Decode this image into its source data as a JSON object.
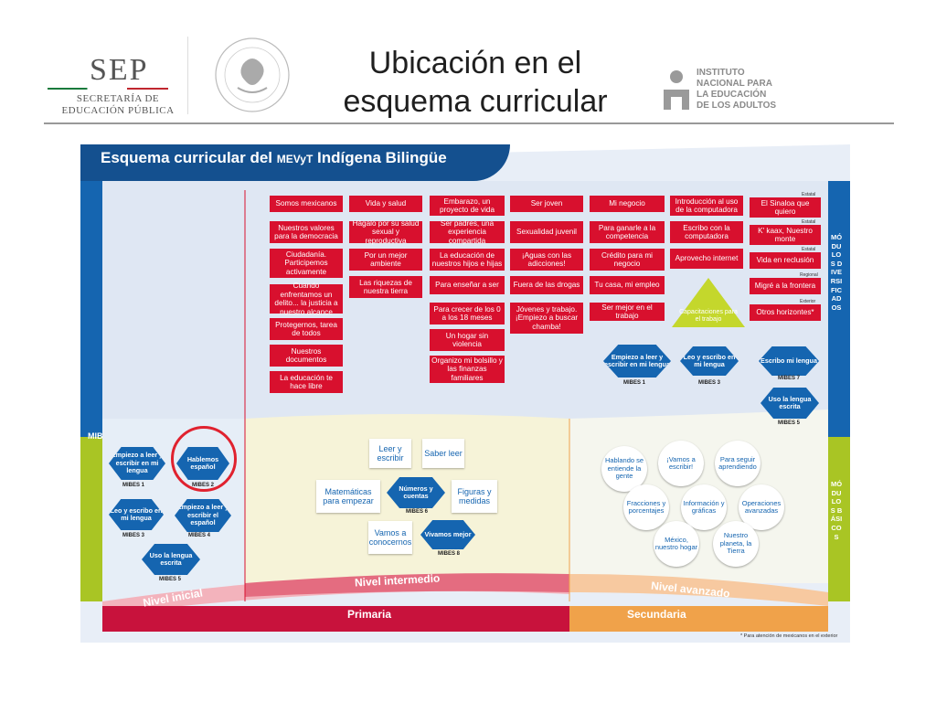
{
  "header": {
    "sep": "SEP",
    "sep_sub_1": "SECRETARÍA DE",
    "sep_sub_2": "EDUCACIÓN PÚBLICA",
    "title_1": "Ubicación en el",
    "title_2": "esquema curricular",
    "inea": [
      "INSTITUTO",
      "NACIONAL PARA",
      "LA EDUCACIÓN",
      "DE LOS ADULTOS"
    ]
  },
  "chart": {
    "banner_a": "Esquema curricular del ",
    "banner_b": "MEVyT",
    "banner_c": " Indígena Bilingüe",
    "mib": "MIB",
    "side_top": "MÓDULOS DIVERSIFICADOS",
    "side_bottom": "MÓDULOS BÁSICOS",
    "col1": [
      "Somos mexicanos",
      "Nuestros valores para la democracia",
      "Ciudadanía. Participemos activamente",
      "Cuando enfrentamos un delito... la justicia a nuestro alcance",
      "Protegernos, tarea de todos",
      "Nuestros documentos",
      "La educación te hace libre"
    ],
    "col2": [
      "Vida y salud",
      "Hágalo por su salud sexual y reproductiva",
      "Por un mejor ambiente",
      "Las riquezas de nuestra tierra"
    ],
    "col3": [
      "Embarazo, un proyecto de vida",
      "Ser padres, una experiencia compartida",
      "La educación de nuestros hijos e hijas",
      "Para enseñar a ser",
      "Para crecer de los 0 a los 18 meses",
      "Un hogar sin violencia",
      "Organizo mi bolsillo y las finanzas familiares"
    ],
    "col4": [
      "Ser joven",
      "Sexualidad juvenil",
      "¡Aguas con las adicciones!",
      "Fuera de las drogas",
      "Jóvenes y trabajo. ¡Empiezo a buscar chamba!"
    ],
    "col5": [
      "Mi negocio",
      "Para ganarle a la competencia",
      "Crédito para mi negocio",
      "Tu casa, mi empleo",
      "Ser mejor en el trabajo"
    ],
    "col6": [
      "Introducción al uso de la computadora",
      "Escribo con la computadora",
      "Aprovecho internet"
    ],
    "col7": [
      "El Sinaloa que quiero",
      "K' kaax, Nuestro monte",
      "Vida en reclusión",
      "Migré a la frontera",
      "Otros horizontes*"
    ],
    "col7_tags": [
      "Estatal",
      "Estatal",
      "Estatal",
      "Regional",
      "Exterior"
    ],
    "triangle": "Capacitaciones para el trabajo",
    "hex_top": [
      {
        "t": "Empiezo a leer y escribir en mi lengua",
        "l": "MIBES 1"
      },
      {
        "t": "Leo y escribo en mi lengua",
        "l": "MIBES 3"
      },
      {
        "t": "Escribo mi lengua",
        "l": "MIBES 7"
      },
      {
        "t": "Uso la lengua escrita",
        "l": "MIBES 5"
      }
    ],
    "hex_init": [
      {
        "t": "Empiezo a leer y escribir en mi lengua",
        "l": "MIBES 1"
      },
      {
        "t": "Hablemos español",
        "l": "MIBES 2"
      },
      {
        "t": "Leo y escribo en mi lengua",
        "l": "MIBES 3"
      },
      {
        "t": "Empiezo a leer y escribir el español",
        "l": "MIBES 4"
      },
      {
        "t": "Uso la lengua escrita",
        "l": "MIBES 5"
      }
    ],
    "mid": [
      "Leer y escribir",
      "Saber leer",
      "Matemáticas para empezar",
      "Figuras y medidas",
      "Vamos a conocernos"
    ],
    "mid_hex": [
      {
        "t": "Números y cuentas",
        "l": "MIBES 6"
      },
      {
        "t": "Vivamos mejor",
        "l": "MIBES 8"
      }
    ],
    "adv": [
      "Hablando se entiende la gente",
      "¡Vamos a escribir!",
      "Para seguir aprendiendo",
      "Fracciones y porcentajes",
      "Información y gráficas",
      "Operaciones avanzadas",
      "México, nuestro hogar",
      "Nuestro planeta, la Tierra"
    ],
    "nivel_inicial": "Nivel inicial",
    "nivel_intermedio": "Nivel intermedio",
    "nivel_avanzado": "Nivel avanzado",
    "primaria": "Primaria",
    "secundaria": "Secundaria",
    "footnote": "* Para atención de mexicanos en el exterior"
  },
  "colors": {
    "red": "#d8102e",
    "blue": "#14508f",
    "green": "#a9c524",
    "orange": "#f0a24a",
    "crimson": "#c8123c"
  }
}
